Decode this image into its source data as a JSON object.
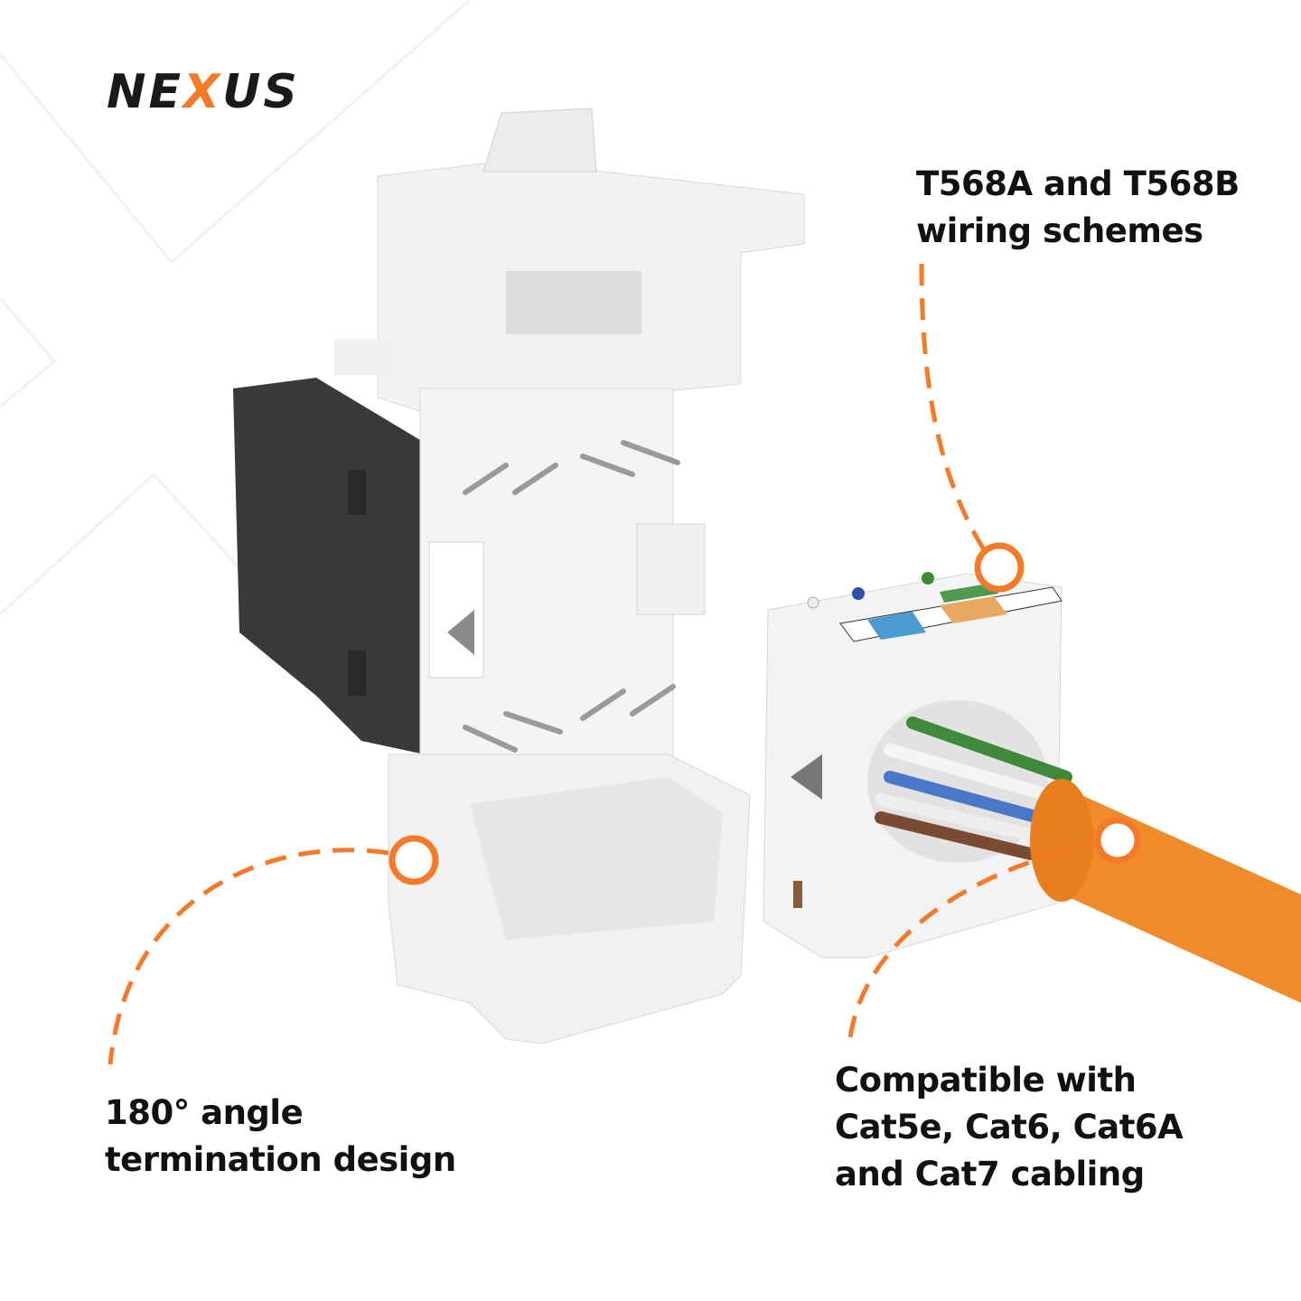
{
  "brand": {
    "logo_text": "NEXUS",
    "logo_prefix": "NE",
    "logo_x": "X",
    "logo_suffix": "US",
    "accent_color": "#F47A2A"
  },
  "callouts": [
    {
      "lines": [
        "T568A and T568B",
        "wiring schemes"
      ]
    },
    {
      "lines": [
        "180° angle",
        "termination design"
      ]
    },
    {
      "lines": [
        "Compatible with",
        "Cat5e, Cat6, Cat6A",
        "and Cat7 cabling"
      ]
    }
  ]
}
